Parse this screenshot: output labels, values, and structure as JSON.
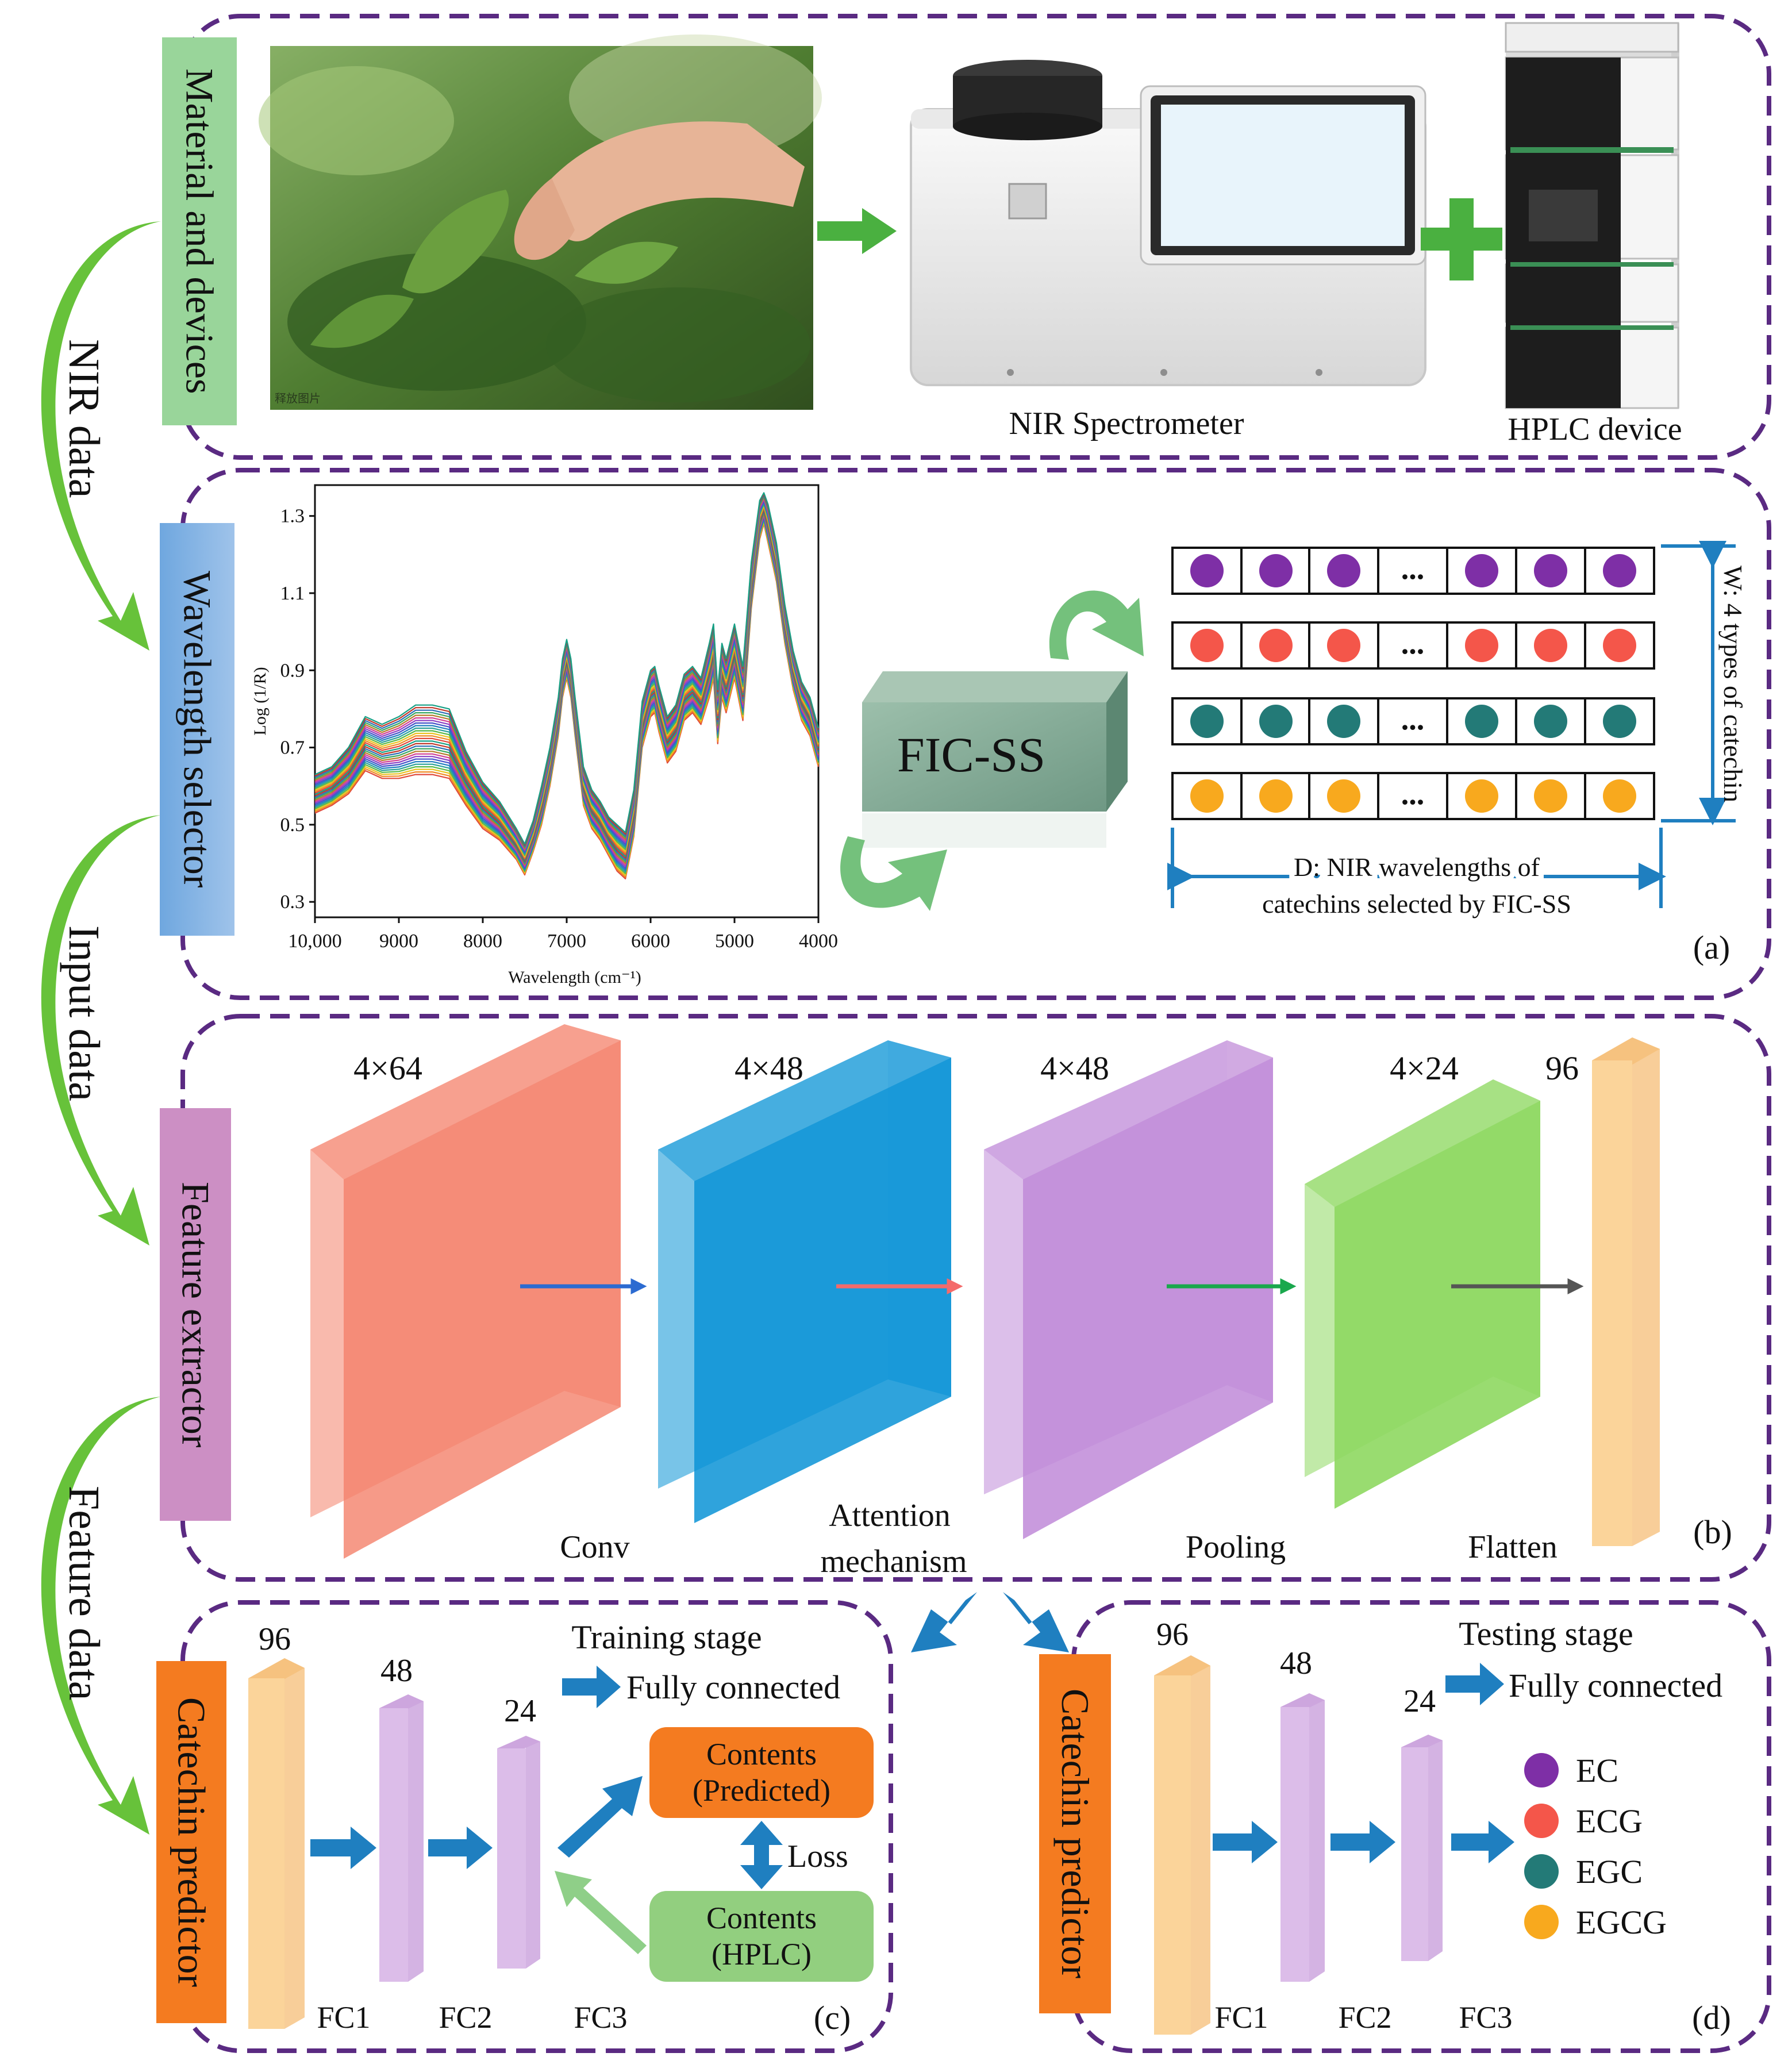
{
  "flow_labels": [
    "NIR data",
    "Input data",
    "Feature data"
  ],
  "side_boxes": {
    "material": "Material and devices",
    "wavelength": "Wavelength selector",
    "feature": "Feature extractor",
    "catechin_left": "Catechin predictor",
    "catechin_right": "Catechin predictor"
  },
  "panel_a": {
    "devices": {
      "nir": "NIR Spectrometer",
      "hplc": "HPLC device",
      "photo_watermark": "释放图片"
    },
    "block_label": "FIC-SS",
    "ellipsis": "...",
    "w_label": "W: 4 types of catechin",
    "d_label_1": "D: NIR wavelengths of",
    "d_label_2": "catechins selected by FIC-SS",
    "tag": "(a)"
  },
  "chart_data": {
    "type": "line",
    "xlabel": "Wavelength (cm⁻¹)",
    "ylabel": "Log (1/R)",
    "x_ticks": [
      "10,000",
      "9000",
      "8000",
      "7000",
      "6000",
      "5000",
      "4000"
    ],
    "y_ticks": [
      "1.3",
      "1.1",
      "0.9",
      "0.7",
      "0.5",
      "0.3"
    ],
    "xlim": [
      10000,
      4000
    ],
    "ylim": [
      0.26,
      1.38
    ],
    "x": [
      10000,
      9800,
      9600,
      9400,
      9200,
      9000,
      8800,
      8600,
      8400,
      8200,
      8000,
      7800,
      7600,
      7500,
      7400,
      7300,
      7200,
      7100,
      7050,
      7000,
      6950,
      6900,
      6800,
      6700,
      6600,
      6500,
      6400,
      6300,
      6200,
      6100,
      6000,
      5950,
      5900,
      5800,
      5700,
      5600,
      5500,
      5400,
      5300,
      5250,
      5200,
      5150,
      5100,
      5000,
      4900,
      4800,
      4700,
      4650,
      4600,
      4500,
      4400,
      4300,
      4200,
      4100,
      4000
    ],
    "series_base": [
      0.58,
      0.6,
      0.64,
      0.71,
      0.69,
      0.7,
      0.72,
      0.72,
      0.71,
      0.62,
      0.55,
      0.51,
      0.45,
      0.41,
      0.47,
      0.55,
      0.65,
      0.78,
      0.88,
      0.93,
      0.88,
      0.78,
      0.6,
      0.54,
      0.51,
      0.47,
      0.44,
      0.42,
      0.53,
      0.76,
      0.84,
      0.85,
      0.8,
      0.72,
      0.75,
      0.83,
      0.85,
      0.82,
      0.9,
      0.95,
      0.78,
      0.9,
      0.86,
      0.95,
      0.84,
      1.12,
      1.29,
      1.32,
      1.28,
      1.18,
      1.02,
      0.9,
      0.82,
      0.78,
      0.7
    ],
    "series_spread": [
      0.05,
      0.05,
      0.06,
      0.07,
      0.07,
      0.08,
      0.09,
      0.09,
      0.09,
      0.07,
      0.06,
      0.05,
      0.04,
      0.04,
      0.04,
      0.05,
      0.05,
      0.05,
      0.05,
      0.05,
      0.05,
      0.05,
      0.05,
      0.05,
      0.05,
      0.05,
      0.06,
      0.06,
      0.06,
      0.06,
      0.06,
      0.06,
      0.06,
      0.06,
      0.06,
      0.06,
      0.06,
      0.06,
      0.07,
      0.07,
      0.07,
      0.07,
      0.07,
      0.07,
      0.07,
      0.06,
      0.05,
      0.04,
      0.05,
      0.05,
      0.05,
      0.05,
      0.05,
      0.05,
      0.05
    ],
    "series_count": 28
  },
  "panel_b": {
    "dims": [
      "4×64",
      "4×48",
      "4×48",
      "4×24",
      "96"
    ],
    "stages": [
      "Conv",
      "Attention",
      "mechanism",
      "Pooling",
      "Flatten"
    ],
    "tag": "(b)"
  },
  "panel_c": {
    "stage_title": "Training stage",
    "legend": "Fully connected",
    "dims": [
      "96",
      "48",
      "24"
    ],
    "fc_labels": [
      "FC1",
      "FC2",
      "FC3"
    ],
    "predicted": [
      "Contents",
      "(Predicted)"
    ],
    "hplc": [
      "Contents",
      "(HPLC)"
    ],
    "loss": "Loss",
    "tag": "(c)"
  },
  "panel_d": {
    "stage_title": "Testing stage",
    "legend": "Fully connected",
    "dims": [
      "96",
      "48",
      "24"
    ],
    "fc_labels": [
      "FC1",
      "FC2",
      "FC3"
    ],
    "catechins": [
      {
        "name": "EC",
        "color": "#7e2fa6"
      },
      {
        "name": "ECG",
        "color": "#f4564a"
      },
      {
        "name": "EGC",
        "color": "#237a77"
      },
      {
        "name": "EGCG",
        "color": "#f8a91e"
      }
    ],
    "tag": "(d)"
  },
  "colors": {
    "panel_border": "#5a2a82",
    "flow_green": "#67c23a",
    "fc_arrow": "#1f7fc0",
    "conv": "#f4816a",
    "attention": "#0a93d6",
    "pooling": "#c08ad8",
    "flatten_map": "#8ed861",
    "vector": "#fbd49a",
    "fc_bar": "#dcbde9",
    "predicted_box": "#f47b20",
    "hplc_box": "#92cf7f",
    "catechin_box": "#f47b20"
  }
}
